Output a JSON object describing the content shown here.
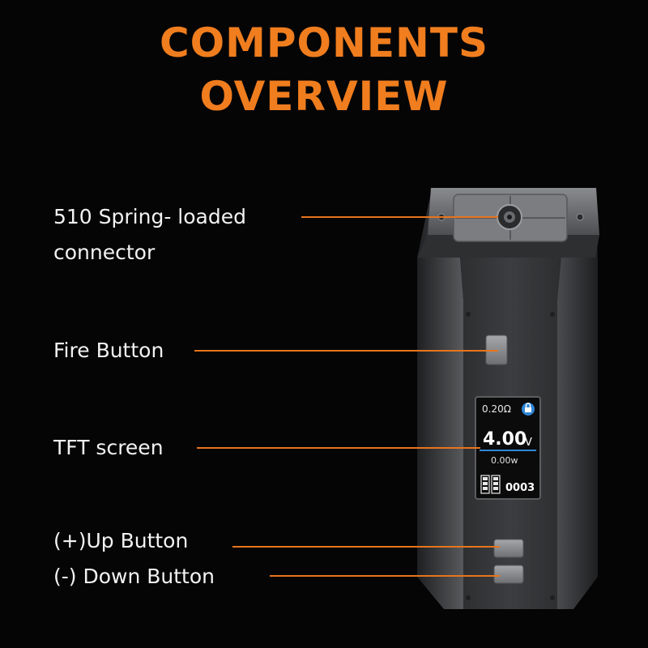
{
  "title": {
    "line1": "COMPONENTS",
    "line2": "OVERVIEW"
  },
  "callouts": {
    "connector": {
      "line1": "510 Spring- loaded",
      "line2": "connector"
    },
    "fire": "Fire Button",
    "tft": "TFT screen",
    "up": "(+)Up Button",
    "down": "(-) Down Button"
  },
  "screen": {
    "resistance": "0.20Ω",
    "voltage": "4.00",
    "voltage_unit": "V",
    "wattage": "0.00w",
    "puffs": "0003"
  },
  "colors": {
    "accent": "#f07d1e",
    "body": "#3a3b3d",
    "screen_highlight": "#2f86d6"
  },
  "icons": {
    "lock": "lock-icon",
    "battery": "battery-icon"
  }
}
